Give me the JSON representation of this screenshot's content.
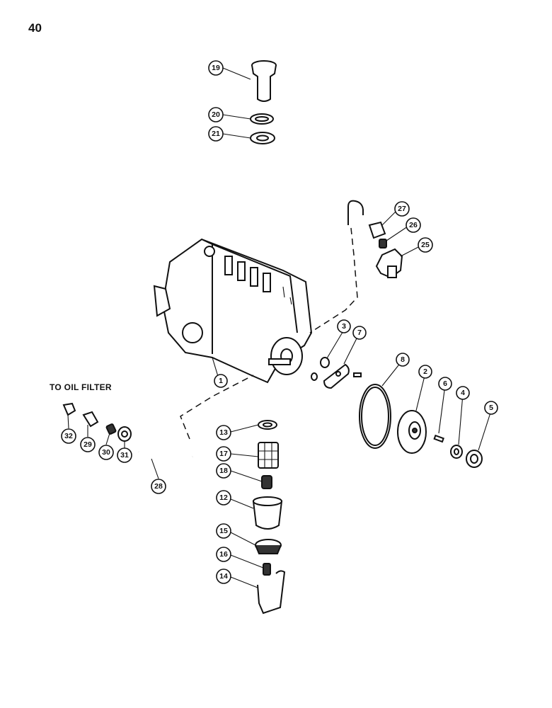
{
  "page": {
    "number": "40",
    "note": "TO OIL FILTER"
  },
  "callouts": [
    {
      "id": "c19",
      "label": "19"
    },
    {
      "id": "c20",
      "label": "20"
    },
    {
      "id": "c21",
      "label": "21"
    },
    {
      "id": "c27",
      "label": "27"
    },
    {
      "id": "c26",
      "label": "26"
    },
    {
      "id": "c25",
      "label": "25"
    },
    {
      "id": "c3",
      "label": "3"
    },
    {
      "id": "c7",
      "label": "7"
    },
    {
      "id": "c1",
      "label": "1"
    },
    {
      "id": "c8",
      "label": "8"
    },
    {
      "id": "c2",
      "label": "2"
    },
    {
      "id": "c6",
      "label": "6"
    },
    {
      "id": "c4",
      "label": "4"
    },
    {
      "id": "c5",
      "label": "5"
    },
    {
      "id": "c32",
      "label": "32"
    },
    {
      "id": "c29",
      "label": "29"
    },
    {
      "id": "c30",
      "label": "30"
    },
    {
      "id": "c31",
      "label": "31"
    },
    {
      "id": "c28",
      "label": "28"
    },
    {
      "id": "c13",
      "label": "13"
    },
    {
      "id": "c17",
      "label": "17"
    },
    {
      "id": "c18",
      "label": "18"
    },
    {
      "id": "c12",
      "label": "12"
    },
    {
      "id": "c15",
      "label": "15"
    },
    {
      "id": "c16",
      "label": "16"
    },
    {
      "id": "c14",
      "label": "14"
    }
  ]
}
